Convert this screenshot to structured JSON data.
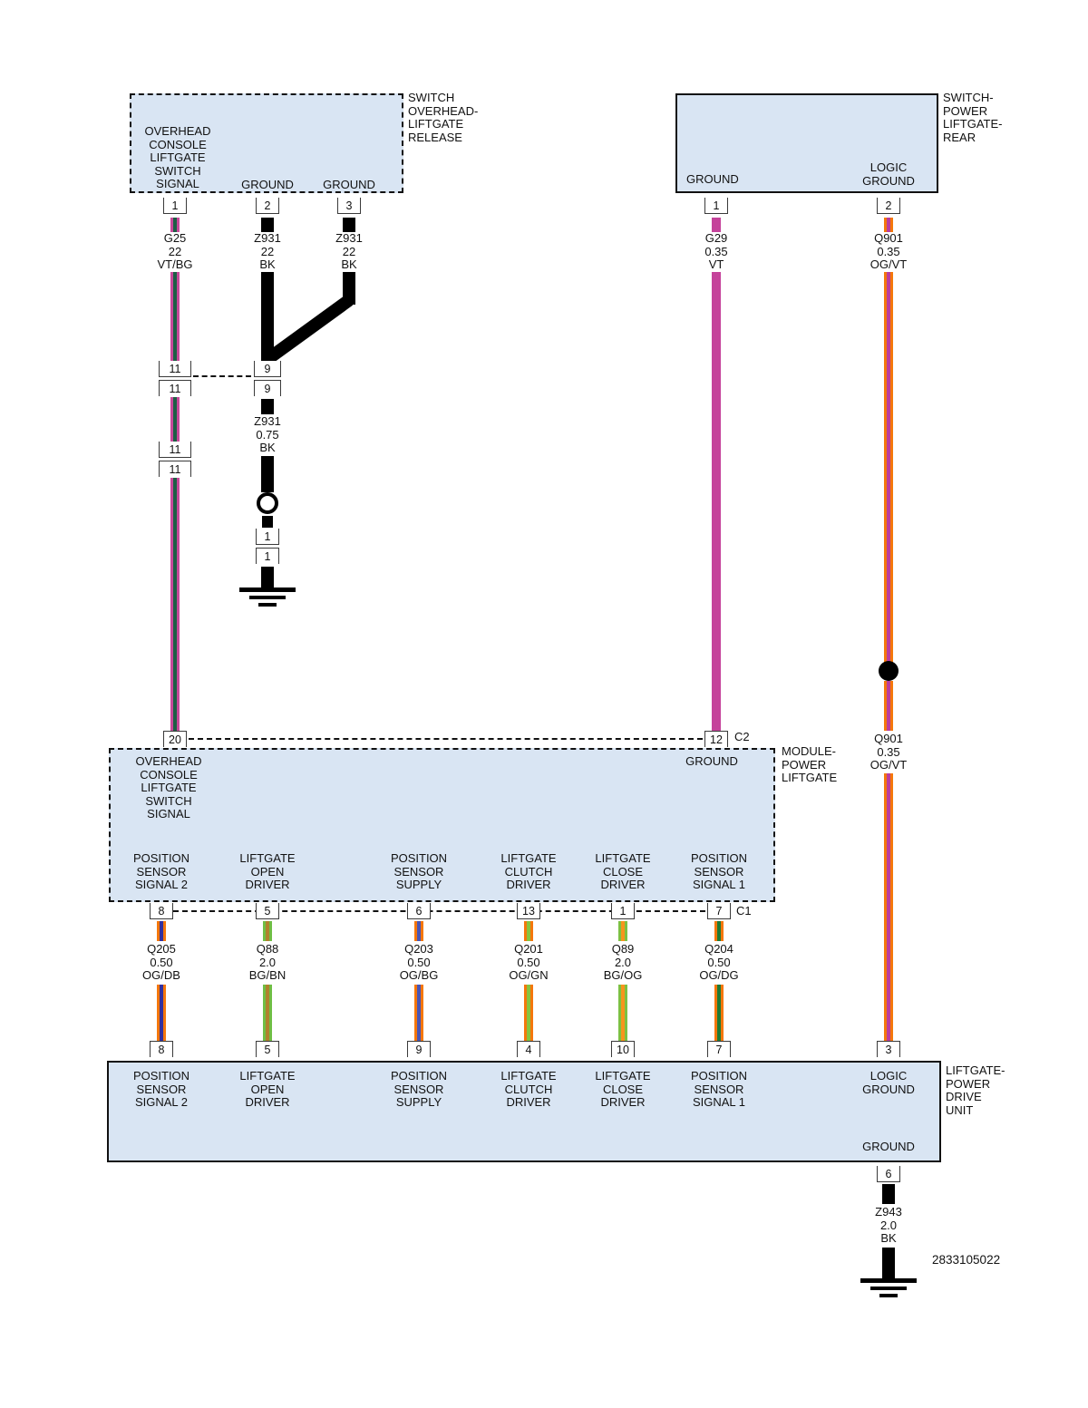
{
  "diagram_number": "2833105022",
  "colors": {
    "component_fill": "#D9E5F3",
    "wire_black": "#000000",
    "wire_violet": "#C5439B",
    "wire_violet_edge_darkgreen_stripe": [
      "#C84A9A",
      "#1D5F45"
    ],
    "wire_orange_violet": [
      "#F4770C",
      "#BB3D9D"
    ],
    "wire_orange_darkblue": [
      "#F4770C",
      "#33319F"
    ],
    "wire_green_brown": [
      "#6FBE44",
      "#B0812D"
    ],
    "wire_orange_blue": [
      "#F4770C",
      "#4B55B4"
    ],
    "wire_orange_green": [
      "#F4770C",
      "#86C440"
    ],
    "wire_green_orange": [
      "#7CC143",
      "#F7941D"
    ],
    "wire_orange_darkgreen": [
      "#F4770C",
      "#1F7A34"
    ]
  },
  "switch_release": {
    "title": "SWITCH\nOVERHEAD-\nLIFTGATE\nRELEASE",
    "signal_label": "OVERHEAD\nCONSOLE\nLIFTGATE\nSWITCH\nSIGNAL",
    "ground_label_1": "GROUND",
    "ground_label_2": "GROUND",
    "pin_1": "1",
    "pin_2": "2",
    "pin_3": "3"
  },
  "switch_power": {
    "title": "SWITCH-\nPOWER\nLIFTGATE-\nREAR",
    "ground_label": "GROUND",
    "logic_ground_label": "LOGIC\nGROUND",
    "pin_1": "1",
    "pin_2": "2"
  },
  "module": {
    "title": "MODULE-\nPOWER\nLIFTGATE",
    "signal_label": "OVERHEAD\nCONSOLE\nLIFTGATE\nSWITCH\nSIGNAL",
    "ground_label": "GROUND",
    "top_pin": "20",
    "ground_pin": "12",
    "c2_label": "C2",
    "c1_label": "C1",
    "outputs": [
      {
        "pin": "8",
        "label": "POSITION\nSENSOR\nSIGNAL 2"
      },
      {
        "pin": "5",
        "label": "LIFTGATE\nOPEN\nDRIVER"
      },
      {
        "pin": "6",
        "label": "POSITION\nSENSOR\nSUPPLY"
      },
      {
        "pin": "13",
        "label": "LIFTGATE\nCLUTCH\nDRIVER"
      },
      {
        "pin": "1",
        "label": "LIFTGATE\nCLOSE\nDRIVER"
      },
      {
        "pin": "7",
        "label": "POSITION\nSENSOR\nSIGNAL 1"
      }
    ]
  },
  "drive_unit": {
    "title": "LIFTGATE-\nPOWER\nDRIVE\nUNIT",
    "inputs": [
      {
        "pin": "8",
        "label": "POSITION\nSENSOR\nSIGNAL 2"
      },
      {
        "pin": "5",
        "label": "LIFTGATE\nOPEN\nDRIVER"
      },
      {
        "pin": "9",
        "label": "POSITION\nSENSOR\nSUPPLY"
      },
      {
        "pin": "4",
        "label": "LIFTGATE\nCLUTCH\nDRIVER"
      },
      {
        "pin": "10",
        "label": "LIFTGATE\nCLOSE\nDRIVER"
      },
      {
        "pin": "7",
        "label": "POSITION\nSENSOR\nSIGNAL 1"
      }
    ],
    "logic_ground_pin": "3",
    "logic_ground_label": "LOGIC\nGROUND",
    "ground_label": "GROUND",
    "ground_pin": "6"
  },
  "wires": {
    "g25": {
      "label": "G25\n22\nVT/BG"
    },
    "z931a": {
      "label": "Z931\n22\nBK"
    },
    "z931b": {
      "label": "Z931\n22\nBK"
    },
    "z931c": {
      "label": "Z931\n0.75\nBK"
    },
    "g29": {
      "label": "G29\n0.35\nVT"
    },
    "q901_top": {
      "label": "Q901\n0.35\nOG/VT"
    },
    "q901_mid": {
      "label": "Q901\n0.35\nOG/VT"
    },
    "q205": {
      "label": "Q205\n0.50\nOG/DB"
    },
    "q88": {
      "label": "Q88\n2.0\nBG/BN"
    },
    "q203": {
      "label": "Q203\n0.50\nOG/BG"
    },
    "q201": {
      "label": "Q201\n0.50\nOG/GN"
    },
    "q89": {
      "label": "Q89\n2.0\nBG/OG"
    },
    "q204": {
      "label": "Q204\n0.50\nOG/DG"
    },
    "z943": {
      "label": "Z943\n2.0\nBK"
    }
  },
  "inline_connectors": {
    "pair_11_a_top": "11",
    "pair_11_a_bottom": "11",
    "pair_9_top": "9",
    "pair_9_bottom": "9",
    "pair_11_b_top": "11",
    "pair_11_b_bottom": "11",
    "pair_1_top": "1",
    "pair_1_bottom": "1"
  }
}
